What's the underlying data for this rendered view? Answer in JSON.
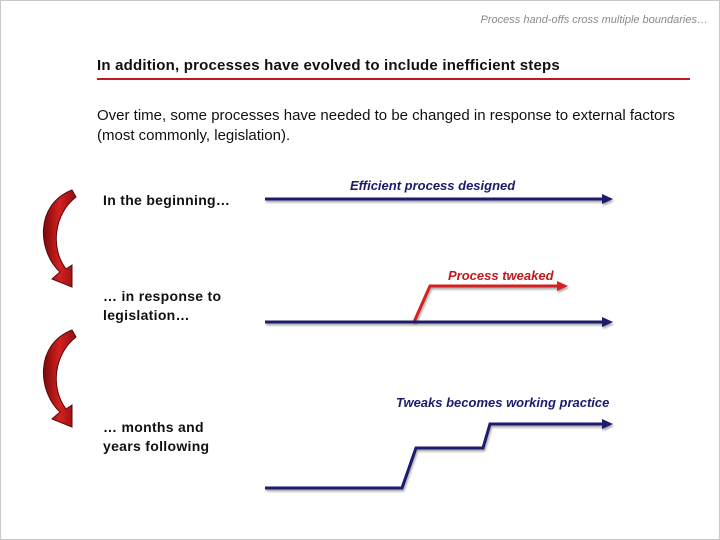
{
  "header": {
    "note": "Process hand-offs cross multiple boundaries…"
  },
  "slide": {
    "title": "In addition, processes have evolved to include inefficient steps",
    "intro": "Over time, some processes have needed to be changed in response to external factors (most commonly, legislation)."
  },
  "stages": [
    {
      "label": "In the beginning…"
    },
    {
      "label": "… in response to legislation…"
    },
    {
      "label": "… months and years following"
    }
  ],
  "lines": {
    "efficient": "Efficient process designed",
    "tweaked": "Process tweaked",
    "working_practice": "Tweaks becomes working practice"
  },
  "colors": {
    "process_line": "#1a1a6e",
    "tweak_line": "#d42020",
    "rule": "#c0191e",
    "cycle_arrow": "#c0191e"
  },
  "icons": [
    "curved-down-arrow",
    "curved-down-arrow"
  ]
}
